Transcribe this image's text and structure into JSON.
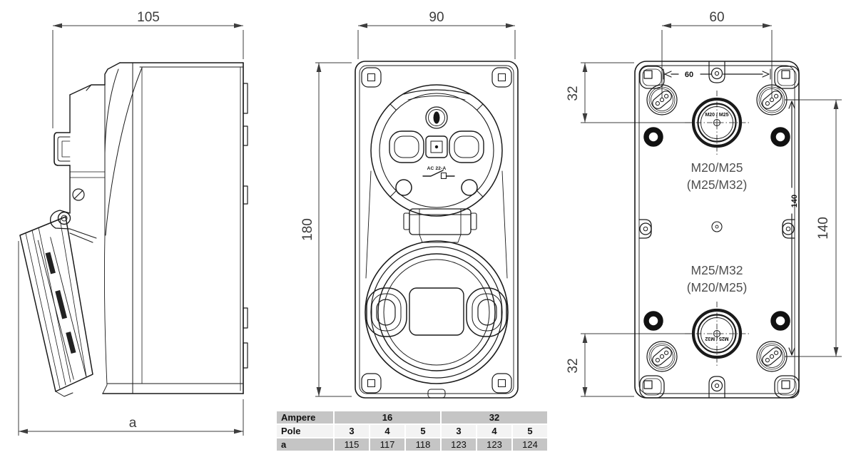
{
  "drawing": {
    "side_view": {
      "width_dim": "105",
      "depth_dim": "a"
    },
    "front_view": {
      "width_dim": "90",
      "height_dim": "180",
      "switch_rating": "AC 22-A"
    },
    "back_view": {
      "top_spacing_dim": "60",
      "inner_spacing_dim": "60",
      "top_offset_dim": "32",
      "bottom_offset_dim": "32",
      "vertical_spacing_inner_dim": "140",
      "vertical_spacing_outer_dim": "140",
      "top_knockout_label": "M20 / M25",
      "bottom_knockout_label": "M25 / M32",
      "top_gland_line1": "M20/M25",
      "top_gland_line2": "(M25/M32)",
      "bottom_gland_line1": "M25/M32",
      "bottom_gland_line2": "(M20/M25)"
    }
  },
  "table": {
    "ampere_row": {
      "label": "Ampere",
      "group16": "16",
      "group32": "32"
    },
    "pole_row": {
      "label": "Pole",
      "values": [
        "3",
        "4",
        "5",
        "3",
        "4",
        "5"
      ]
    },
    "a_row": {
      "label": "a",
      "values": [
        "115",
        "117",
        "118",
        "123",
        "123",
        "124"
      ]
    }
  },
  "colors": {
    "table_gray": "#c5c5c5",
    "table_light": "#f3f3f3",
    "line": "#1a1a1a",
    "dim": "#3d3d3d"
  }
}
